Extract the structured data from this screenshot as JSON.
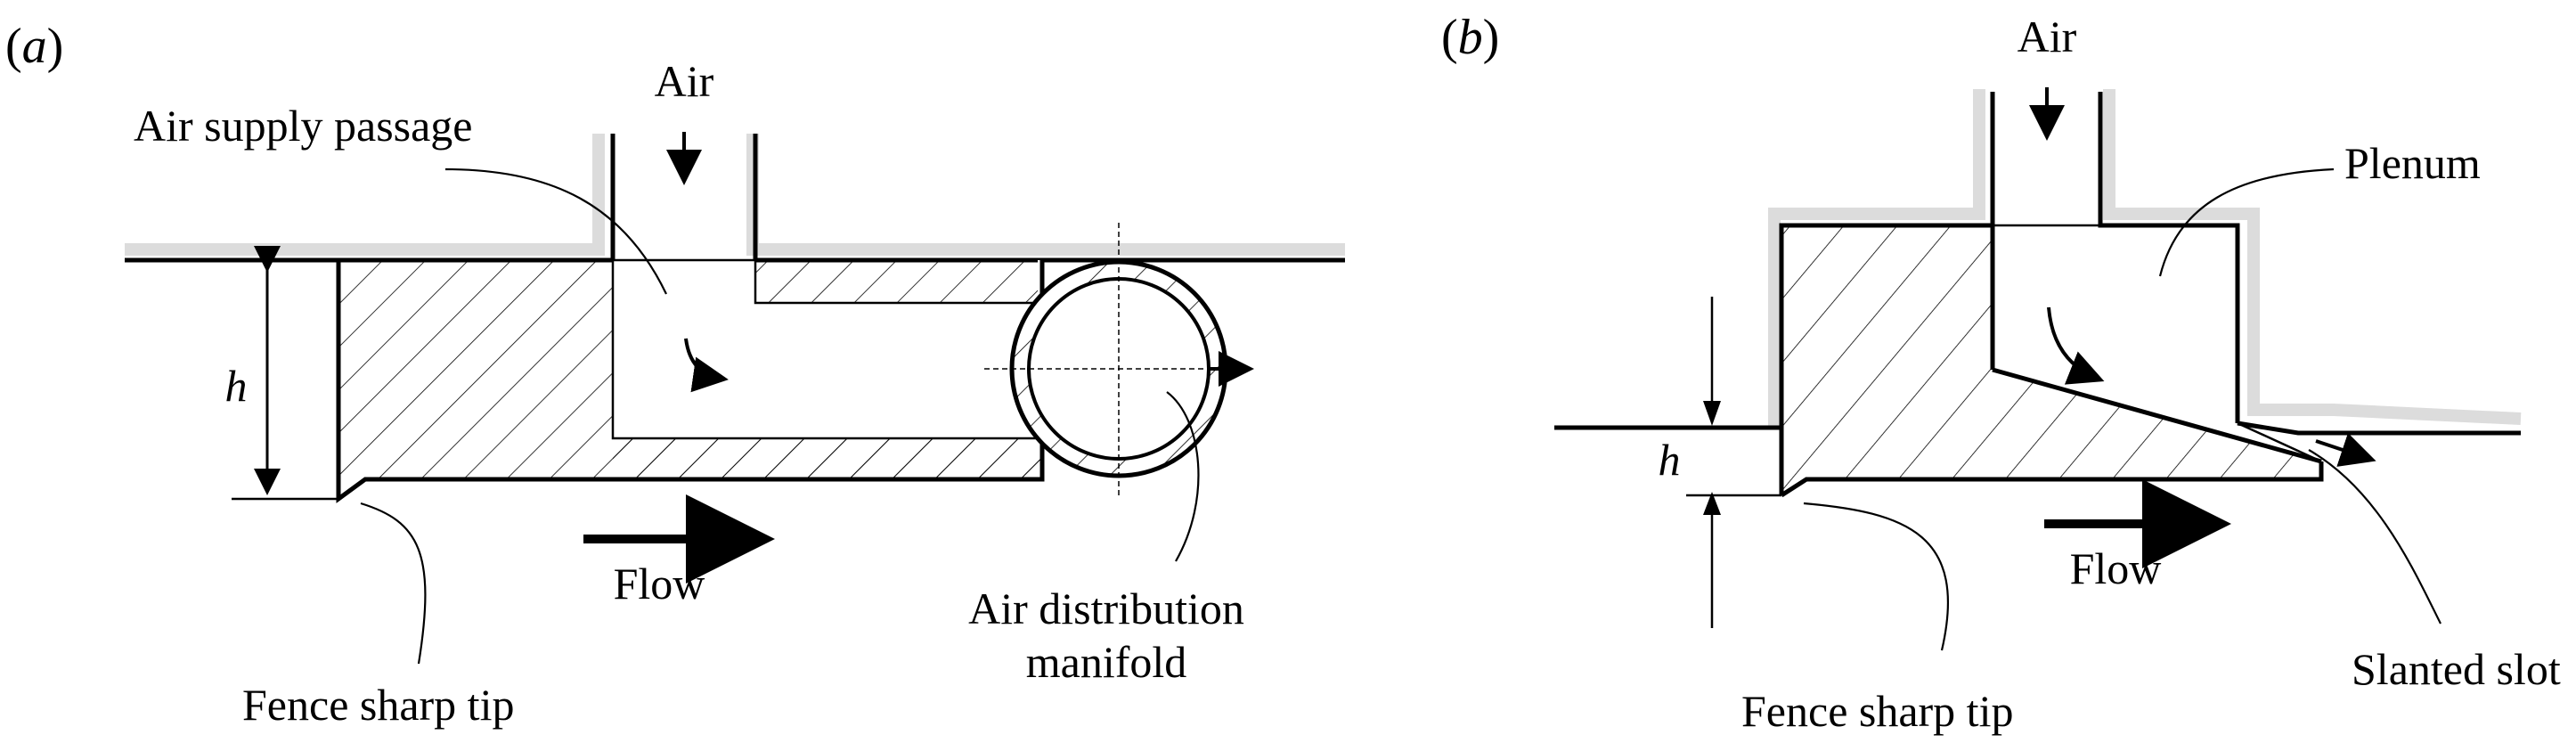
{
  "panel_a": {
    "panel_label_open": "(",
    "panel_label_letter": "a",
    "panel_label_close": ")",
    "air": "Air",
    "air_supply_passage": "Air supply passage",
    "h": "h",
    "flow": "Flow",
    "fence_sharp_tip": "Fence sharp tip",
    "air_distribution_line1": "Air distribution",
    "air_distribution_line2": "manifold"
  },
  "panel_b": {
    "panel_label_open": "(",
    "panel_label_letter": "b",
    "panel_label_close": ")",
    "air": "Air",
    "plenum": "Plenum",
    "h": "h",
    "flow": "Flow",
    "fence_sharp_tip": "Fence sharp tip",
    "slanted_slot": "Slanted slot"
  },
  "colors": {
    "line": "#000000",
    "wall_shading": "#dcdcdc",
    "background": "#ffffff"
  }
}
